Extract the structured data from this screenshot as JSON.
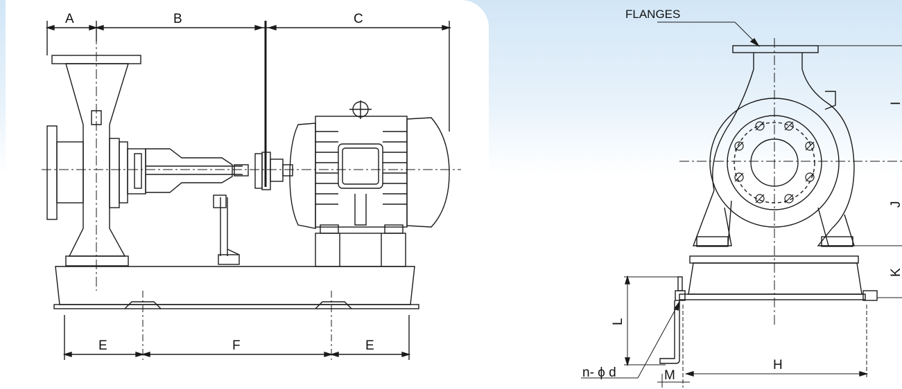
{
  "side_view": {
    "dim_labels": {
      "A": "A",
      "B": "B",
      "C": "C",
      "E_left": "E",
      "F": "F",
      "E_right": "E"
    }
  },
  "front_view": {
    "flanges_label": "FLANGES",
    "dim_labels": {
      "I": "I",
      "J": "J",
      "K": "K",
      "L": "L",
      "H": "H",
      "M": "M",
      "nd": "n- ϕ d"
    }
  }
}
